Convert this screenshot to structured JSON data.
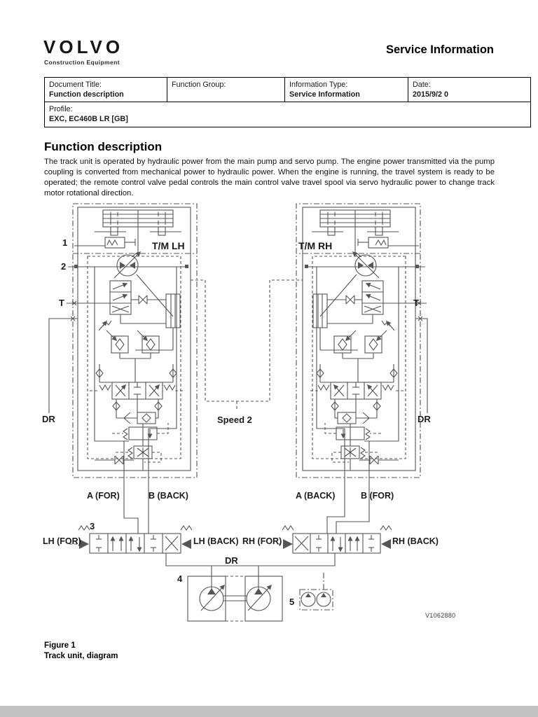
{
  "header": {
    "logo": "VOLVO",
    "logo_sub": "Construction Equipment",
    "title": "Service Information"
  },
  "doc_table": {
    "document_title_label": "Document Title:",
    "document_title_value": "Function description",
    "function_group_label": "Function Group:",
    "function_group_value": "",
    "information_type_label": "Information Type:",
    "information_type_value": "Service Information",
    "date_label": "Date:",
    "date_value": "2015/9/2 0",
    "profile_label": "Profile:",
    "profile_value": "EXC, EC460B LR [GB]"
  },
  "section": {
    "heading": "Function description",
    "body": "The track unit is operated by hydraulic power from the main pump and servo pump. The engine power transmitted via the pump coupling is converted from mechanical power to hydraulic power. When the engine is running, the travel system is ready to be operated; the remote control valve pedal controls the main control valve travel spool via servo hydraulic power to change track motor rotational direction."
  },
  "diagram": {
    "labels": {
      "n1": "1",
      "n2": "2",
      "n3": "3",
      "n4": "4",
      "n5": "5",
      "tm_lh": "T/M LH",
      "tm_rh": "T/M RH",
      "t_left": "T",
      "t_right": "T",
      "dr_left": "DR",
      "dr_right": "DR",
      "dr_center": "DR",
      "speed2": "Speed 2",
      "a_for": "A (FOR)",
      "b_back": "B (BACK)",
      "a_back": "A (BACK)",
      "b_for": "B (FOR)",
      "lh_for": "LH (FOR)",
      "lh_back": "LH (BACK)",
      "rh_for": "RH (FOR)",
      "rh_back": "RH (BACK)",
      "figure_code": "V1062880"
    },
    "colors": {
      "line": "#555555",
      "text": "#1b1b1b"
    }
  },
  "caption": {
    "figure": "Figure 1",
    "title": "Track unit, diagram"
  }
}
